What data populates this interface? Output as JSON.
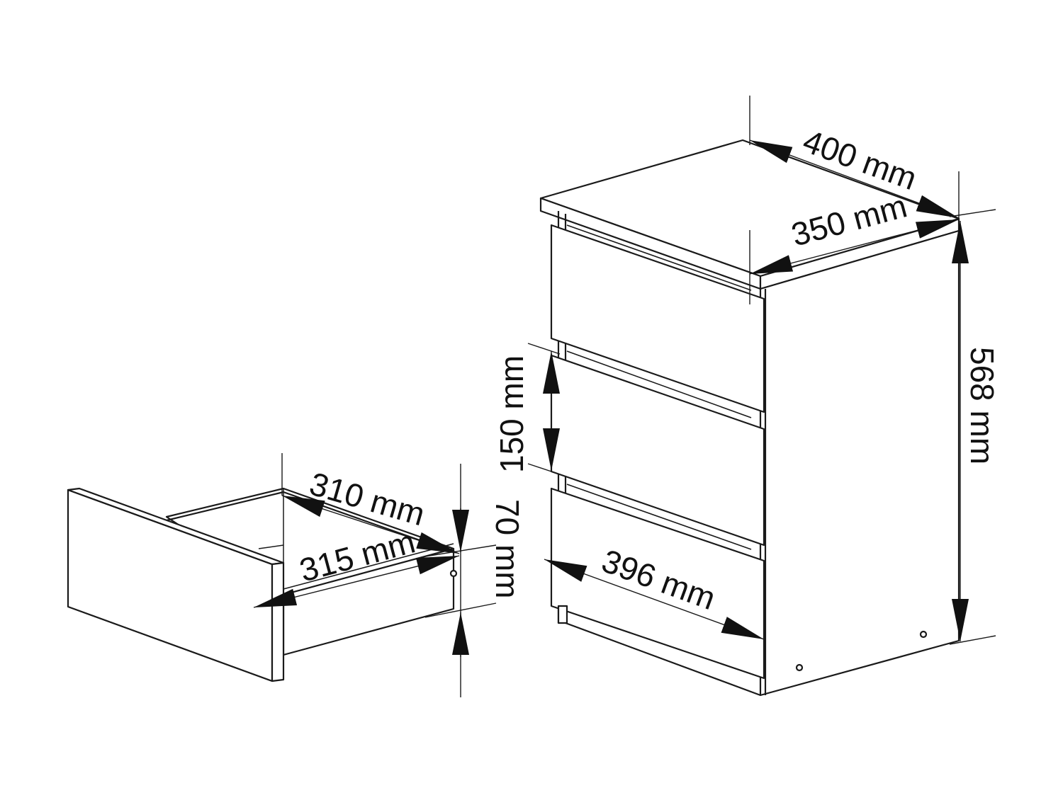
{
  "dimensions": {
    "width_top": "400 mm",
    "depth_top": "350 mm",
    "height_total": "568 mm",
    "drawer_front_height": "150 mm",
    "drawer_front_width": "396 mm",
    "drawer_inner_length": "310 mm",
    "drawer_outer_length": "315 mm",
    "drawer_height": "70 mm"
  },
  "colors": {
    "line": "#1a1a1a",
    "dimension": "#111111",
    "background": "#ffffff"
  }
}
